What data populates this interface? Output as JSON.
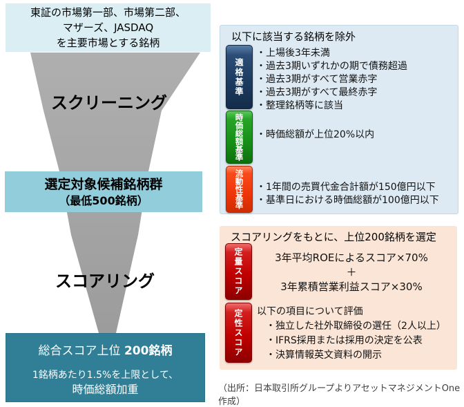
{
  "colors": {
    "top_box_bg": "#DAEEF3",
    "funnel_gray": "#A7A7A7",
    "candidate_box_bg": "#92CDDC",
    "result_box_bg": "#317F96",
    "exclusion_panel_bg": "#DDEAF3",
    "scoring_panel_bg": "#FBE5D6",
    "eligibility_label_bg": "#1C3A5E",
    "marketcap_label_bg": "#178F17",
    "liquidity_label_bg": "#EE3608",
    "score_label_bg": "#C00000"
  },
  "funnel": {
    "top_box_lines": {
      "0": "東証の市場第一部、市場第二部、",
      "1": "マザーズ、JASDAQ",
      "2": "を主要市場とする銘柄"
    },
    "screening_label": "スクリーニング",
    "candidate_box": {
      "title": "選定対象候補銘柄群",
      "subtitle": "（最低500銘柄）"
    },
    "scoring_label": "スコアリング",
    "result_box": {
      "title_prefix": "総合スコア上位 ",
      "title_bold": "200銘柄",
      "line2": "1銘柄あたり1.5%を上限として、",
      "line3": "時価総額加重"
    }
  },
  "exclusion_panel": {
    "header": "以下に該当する銘柄を除外",
    "criteria": [
      {
        "label": "適格基準",
        "items": [
          "・上場後3年未満",
          "・過去3期いずれかの期で債務超過",
          "・過去3期がすべて営業赤字",
          "・過去3期がすべて最終赤字",
          "・整理銘柄等に該当"
        ]
      },
      {
        "label": "時価総額基準",
        "items": [
          "・時価総額が上位20%以内"
        ]
      },
      {
        "label": "流動性基準",
        "items": [
          "・1年間の売買代金合計額が150億円以下",
          "・基準日における時価総額が100億円以下"
        ]
      }
    ]
  },
  "scoring_panel": {
    "header": "スコアリングをもとに、上位200銘柄を選定",
    "quantitative": {
      "label": "定量スコア",
      "lines": {
        "0": "3年平均ROEによるスコア×70%",
        "1": "＋",
        "2": "3年累積営業利益スコア×30%"
      }
    },
    "qualitative": {
      "label": "定性スコア",
      "intro": "以下の項目について評価",
      "items": [
        "・独立した社外取締役の選任（2人以上）",
        "・IFRS採用または採用の決定を公表",
        "・決算情報英文資料の開示"
      ]
    }
  },
  "source_note": "（出所：日本取引所グループよりアセットマネジメントOne作成）"
}
